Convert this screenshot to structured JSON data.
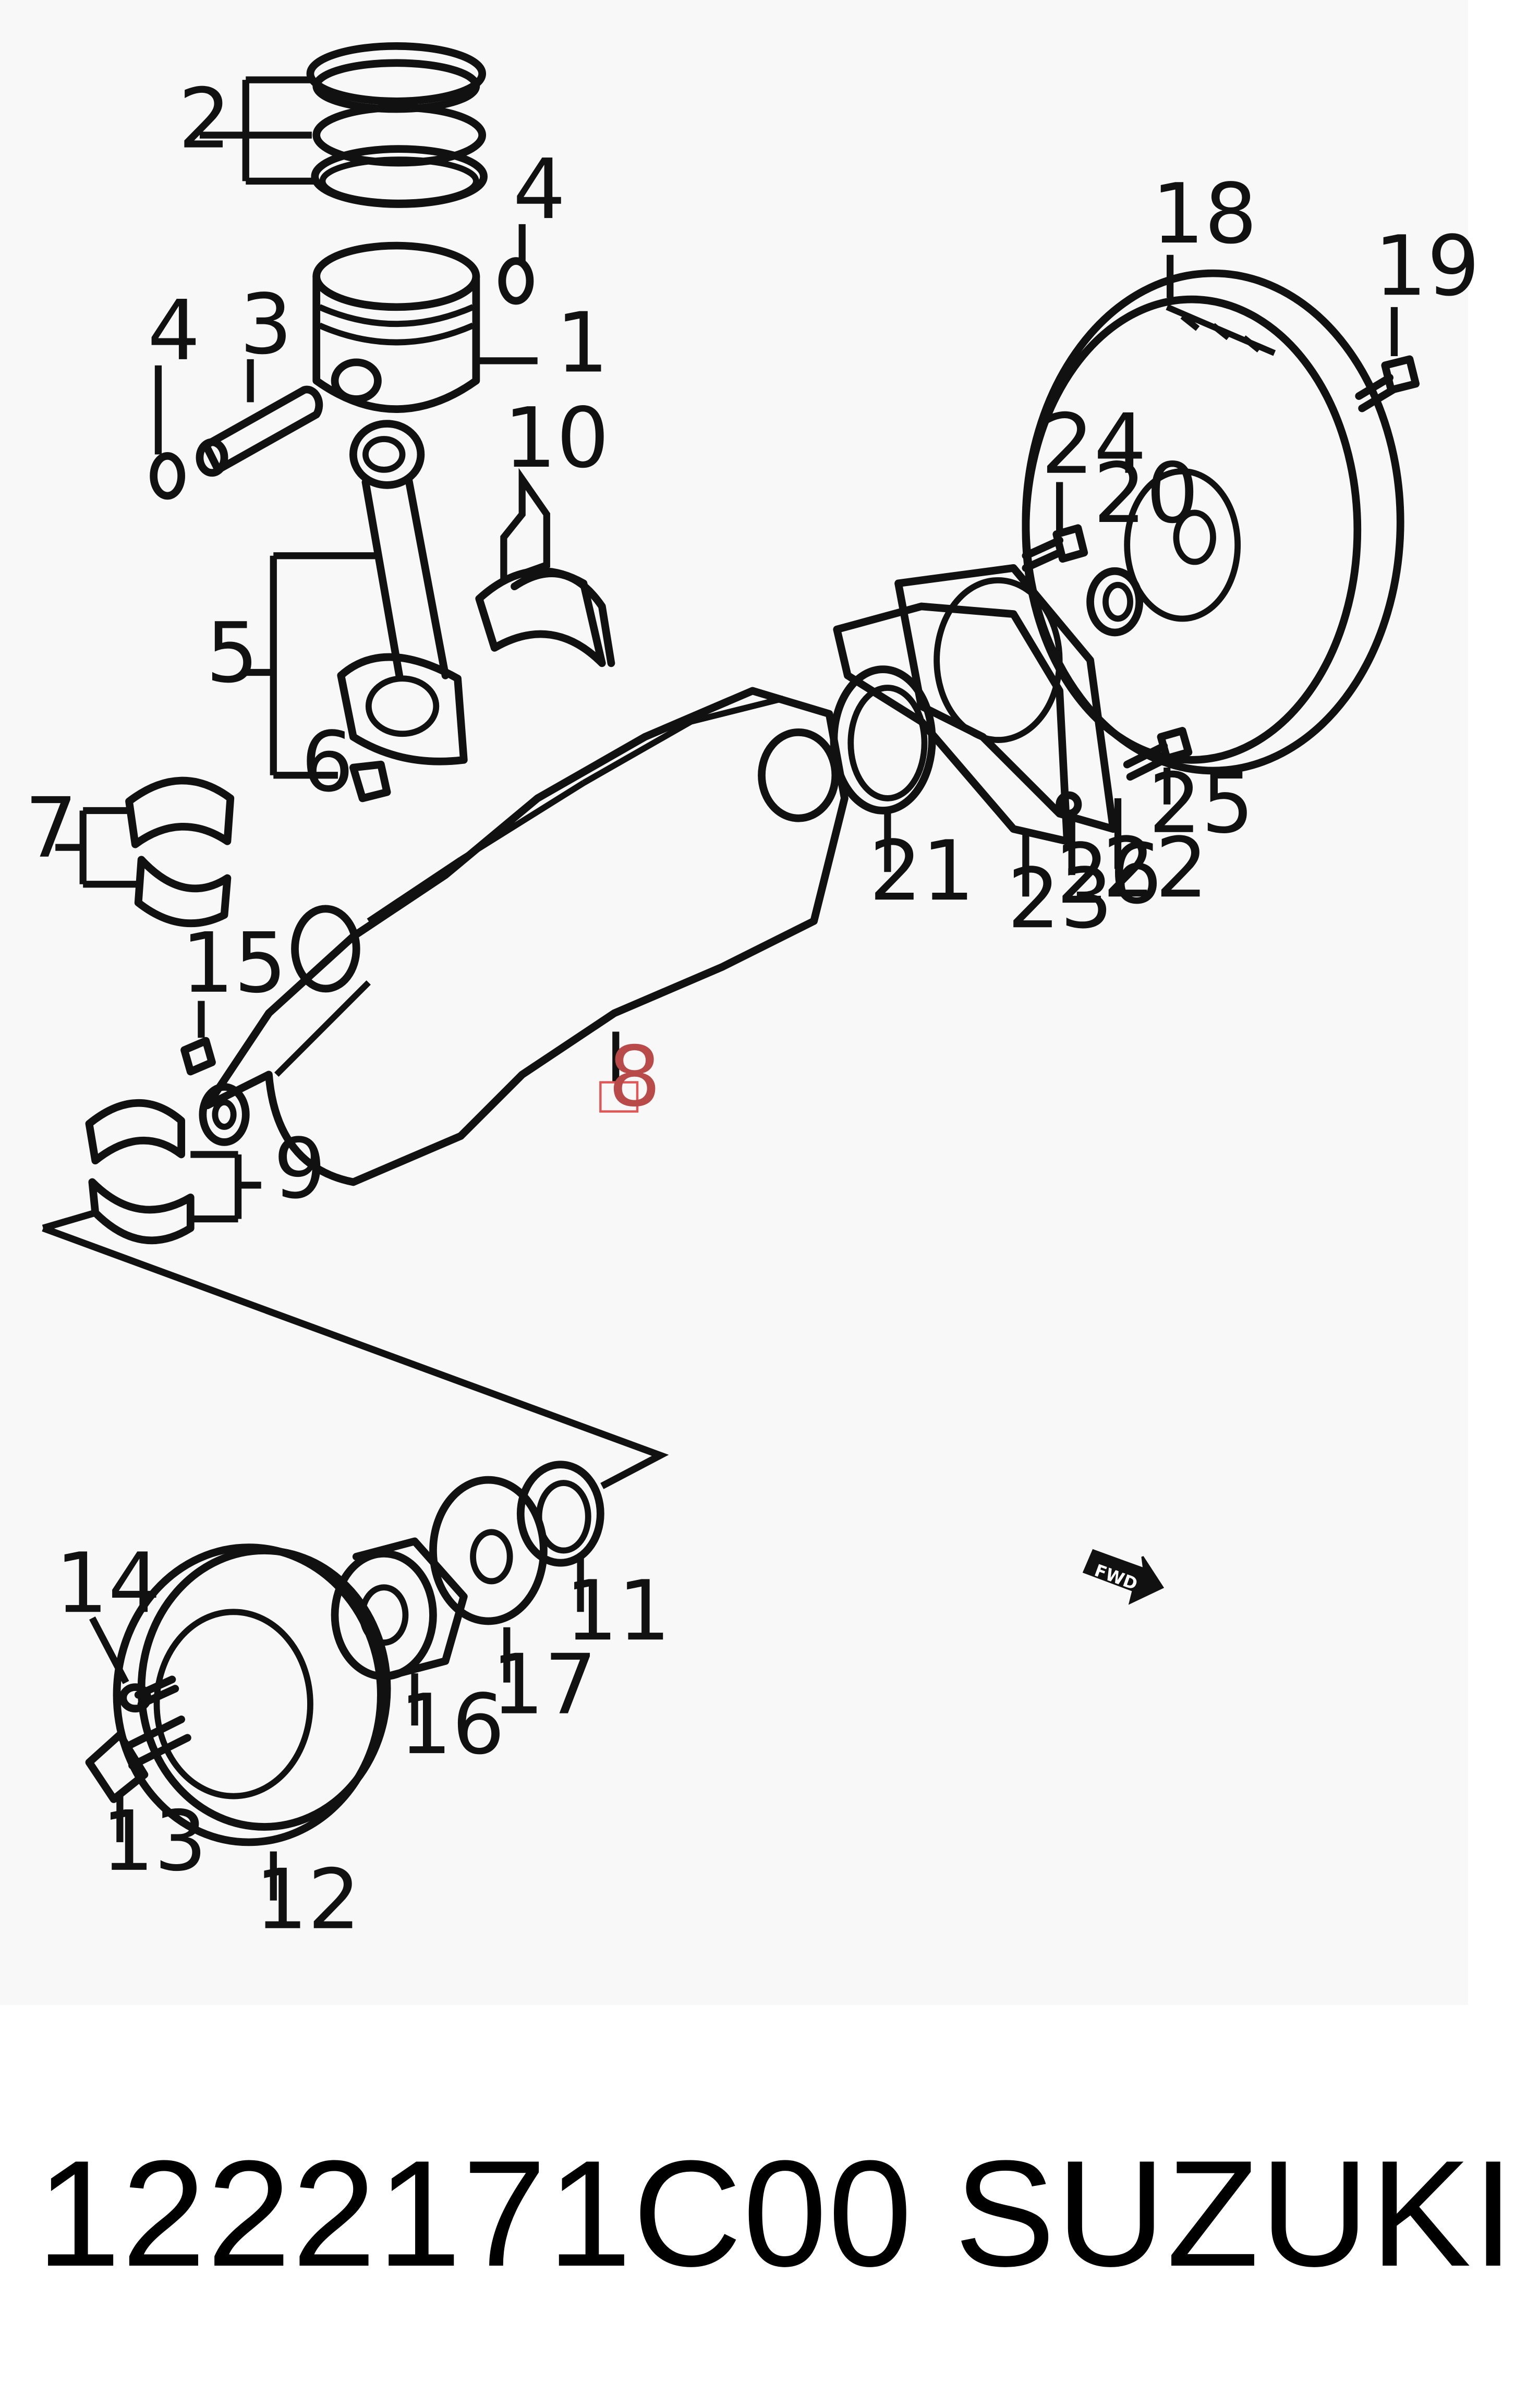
{
  "diagram": {
    "callouts": [
      {
        "id": "1",
        "label": "1"
      },
      {
        "id": "2",
        "label": "2"
      },
      {
        "id": "3",
        "label": "3"
      },
      {
        "id": "4a",
        "label": "4"
      },
      {
        "id": "4b",
        "label": "4"
      },
      {
        "id": "5",
        "label": "5"
      },
      {
        "id": "6",
        "label": "6"
      },
      {
        "id": "7",
        "label": "7"
      },
      {
        "id": "8",
        "label": "8",
        "highlighted": true
      },
      {
        "id": "9",
        "label": "9"
      },
      {
        "id": "10",
        "label": "10"
      },
      {
        "id": "11",
        "label": "11"
      },
      {
        "id": "12",
        "label": "12"
      },
      {
        "id": "13",
        "label": "13"
      },
      {
        "id": "14",
        "label": "14"
      },
      {
        "id": "15",
        "label": "15"
      },
      {
        "id": "16",
        "label": "16"
      },
      {
        "id": "17",
        "label": "17"
      },
      {
        "id": "18",
        "label": "18"
      },
      {
        "id": "19",
        "label": "19"
      },
      {
        "id": "20",
        "label": "20"
      },
      {
        "id": "21",
        "label": "21"
      },
      {
        "id": "22",
        "label": "22"
      },
      {
        "id": "23",
        "label": "23"
      },
      {
        "id": "24",
        "label": "24"
      },
      {
        "id": "25",
        "label": "25"
      },
      {
        "id": "26",
        "label": "26"
      }
    ],
    "fwd_label": "FWD",
    "highlight_color": "#e05555"
  },
  "footer": {
    "part_number": "1222171C00",
    "brand": "SUZUKI"
  }
}
